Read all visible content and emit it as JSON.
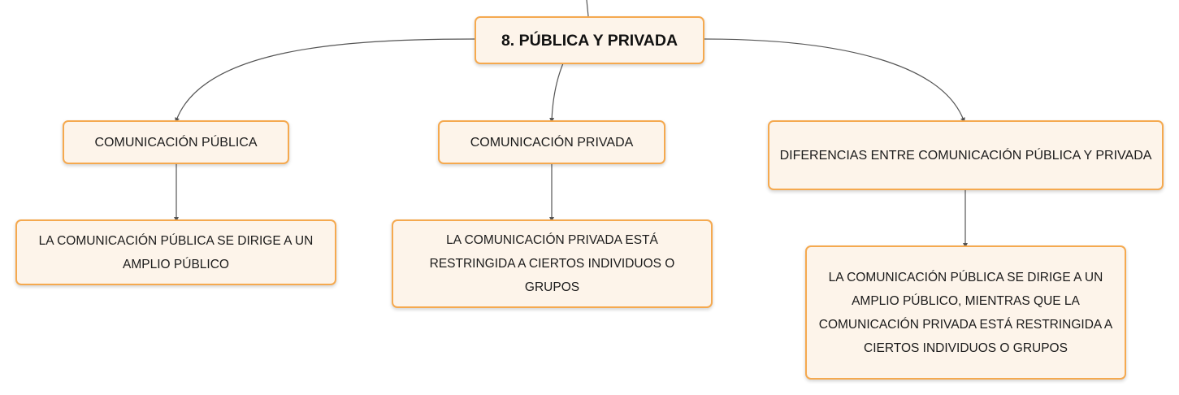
{
  "map": {
    "root": {
      "label": "8. PÚBLICA Y PRIVADA"
    },
    "branches": [
      {
        "label": "COMUNICACIÓN PÚBLICA",
        "detail": "LA COMUNICACIÓN PÚBLICA SE DIRIGE A UN AMPLIO PÚBLICO"
      },
      {
        "label": "COMUNICACIÓN PRIVADA",
        "detail": "LA COMUNICACIÓN PRIVADA ESTÁ RESTRINGIDA A CIERTOS INDIVIDUOS O GRUPOS"
      },
      {
        "label": "DIFERENCIAS ENTRE COMUNICACIÓN PÚBLICA Y PRIVADA",
        "detail": "LA COMUNICACIÓN PÚBLICA SE DIRIGE A UN AMPLIO PÚBLICO, MIENTRAS QUE LA COMUNICACIÓN PRIVADA ESTÁ RESTRINGIDA A CIERTOS INDIVIDUOS O GRUPOS"
      }
    ]
  },
  "colors": {
    "node_fill": "#fdf4ea",
    "node_border": "#f5a94f",
    "connector": "#555555"
  }
}
